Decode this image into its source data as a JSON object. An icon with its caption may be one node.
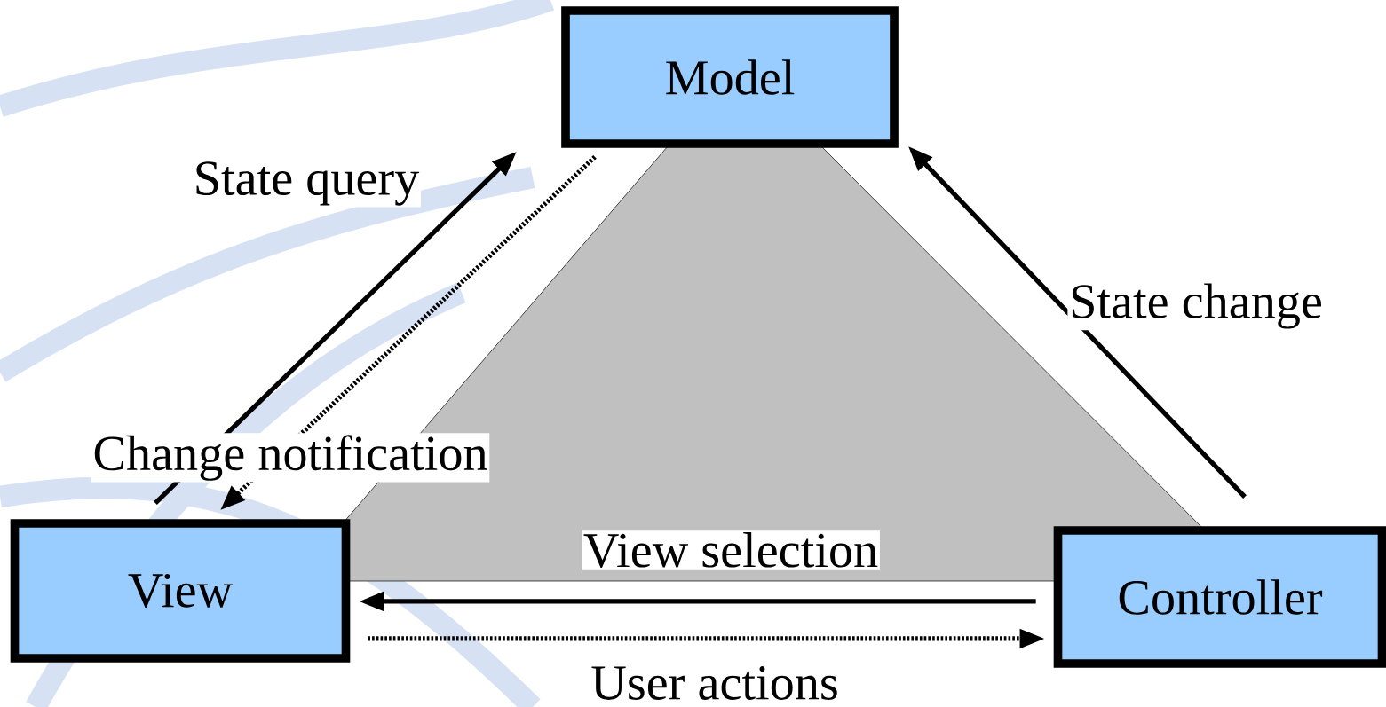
{
  "diagram": {
    "nodes": [
      {
        "text": [
          "Model"
        ]
      },
      {
        "text": [
          "View"
        ]
      },
      {
        "text": [
          "Controller"
        ]
      }
    ],
    "edges": [
      {
        "from": 1,
        "to": 0,
        "arrow": "to",
        "label": "State query"
      },
      {
        "from": 0,
        "to": 1,
        "arrow": "to",
        "label": "Change notification",
        "style": "dashed"
      },
      {
        "from": 2,
        "to": 0,
        "arrow": "to",
        "label": "State change"
      },
      {
        "from": 2,
        "to": 1,
        "arrow": "to",
        "label": "View selection"
      },
      {
        "from": 1,
        "to": 2,
        "arrow": "to",
        "label": "User actions",
        "style": "dashed"
      }
    ]
  }
}
